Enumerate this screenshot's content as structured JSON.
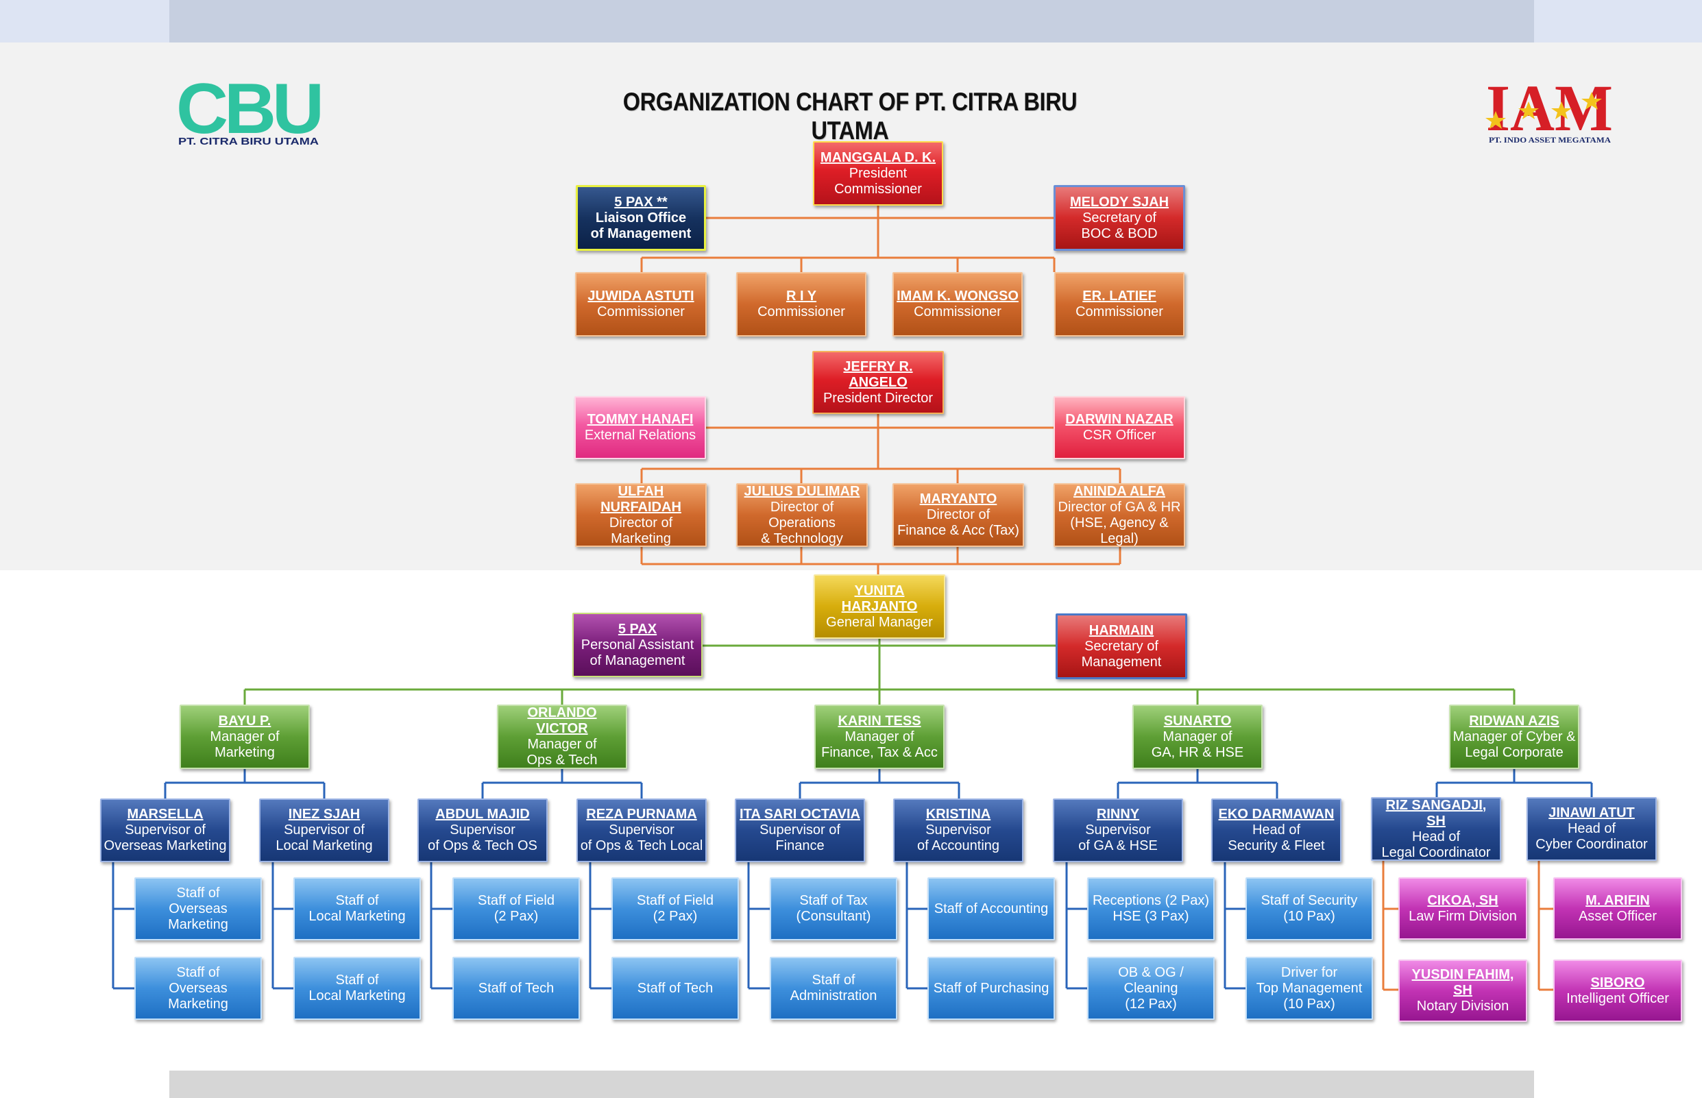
{
  "title": "ORGANIZATION CHART OF PT. CITRA BIRU UTAMA",
  "logos": {
    "left": {
      "mark": "CBU",
      "caption": "PT. CITRA BIRU UTAMA"
    },
    "right": {
      "mark": "IAM",
      "caption": "PT. INDO ASSET MEGATAMA"
    }
  },
  "nodes": {
    "manggala": {
      "name": "MANGGALA D. K.",
      "role1": "President",
      "role2": "Commissioner"
    },
    "liaison": {
      "name": "5 PAX **",
      "role1": "Liaison Office",
      "role2": "of Management"
    },
    "melody": {
      "name": "MELODY  SJAH",
      "role1": "Secretary of",
      "role2": "BOC & BOD"
    },
    "juwida": {
      "name": "JUWIDA ASTUTI",
      "role1": "Commissioner"
    },
    "riy": {
      "name": "R  I  Y",
      "role1": "Commissioner"
    },
    "imam": {
      "name": "IMAM K. WONGSO",
      "role1": "Commissioner"
    },
    "latief": {
      "name": "ER. LATIEF",
      "role1": "Commissioner"
    },
    "jeffry": {
      "name": "JEFFRY R. ANGELO",
      "role1": "President Director"
    },
    "tommy": {
      "name": "TOMMY HANAFI",
      "role1": "External Relations"
    },
    "darwin": {
      "name": "DARWIN NAZAR",
      "role1": "CSR Officer"
    },
    "ulfah": {
      "name": "ULFAH  NURFAIDAH",
      "role1": "Director of",
      "role2": "Marketing"
    },
    "julius": {
      "name": "JULIUS DULIMAR",
      "role1": "Director of Operations",
      "role2": "& Technology"
    },
    "maryanto": {
      "name": "MARYANTO",
      "role1": "Director of",
      "role2": "Finance & Acc (Tax)"
    },
    "aninda": {
      "name": "ANINDA ALFA",
      "role1": "Director of GA & HR",
      "role2": "(HSE, Agency & Legal)"
    },
    "yunita": {
      "name": "YUNITA HARJANTO",
      "role1": "General Manager"
    },
    "pa": {
      "name": "5 PAX",
      "role1": "Personal Assistant",
      "role2": "of Management"
    },
    "harmain": {
      "name": "HARMAIN",
      "role1": "Secretary of",
      "role2": "Management"
    },
    "bayu": {
      "name": "BAYU P.",
      "role1": "Manager of",
      "role2": "Marketing"
    },
    "orlando": {
      "name": "ORLANDO VICTOR",
      "role1": "Manager of",
      "role2": "Ops & Tech"
    },
    "karin": {
      "name": "KARIN TESS",
      "role1": "Manager of",
      "role2": "Finance, Tax & Acc"
    },
    "sunarto": {
      "name": "SUNARTO",
      "role1": "Manager of",
      "role2": "GA, HR & HSE"
    },
    "ridwan": {
      "name": "RIDWAN AZIS",
      "role1": "Manager of Cyber &",
      "role2": "Legal Corporate"
    },
    "marsella": {
      "name": "MARSELLA",
      "role1": "Supervisor of",
      "role2": "Overseas Marketing"
    },
    "inez": {
      "name": "INEZ SJAH",
      "role1": "Supervisor of",
      "role2": "Local Marketing"
    },
    "abdul": {
      "name": "ABDUL MAJID",
      "role1": "Supervisor",
      "role2": "of Ops & Tech OS"
    },
    "reza": {
      "name": "REZA PURNAMA",
      "role1": "Supervisor",
      "role2": "of Ops & Tech Local"
    },
    "ita": {
      "name": "ITA SARI OCTAVIA",
      "role1": "Supervisor of",
      "role2": "Finance"
    },
    "kristina": {
      "name": "KRISTINA",
      "role1": "Supervisor",
      "role2": "of Accounting"
    },
    "rinny": {
      "name": "RINNY",
      "role1": "Supervisor",
      "role2": "of GA & HSE"
    },
    "eko": {
      "name": "EKO DARMAWAN",
      "role1": "Head of",
      "role2": "Security & Fleet"
    },
    "riz": {
      "name": "RIZ SANGADJI, SH",
      "role1": "Head of",
      "role2": "Legal Coordinator"
    },
    "jinawi": {
      "name": "JINAWI ATUT",
      "role1": "Head of",
      "role2": "Cyber Coordinator"
    },
    "s_om1": {
      "role1": "Staff of",
      "role2": "Overseas Marketing"
    },
    "s_om2": {
      "role1": "Staff of",
      "role2": "Overseas Marketing"
    },
    "s_lm1": {
      "role1": "Staff of",
      "role2": "Local Marketing"
    },
    "s_lm2": {
      "role1": "Staff of",
      "role2": "Local Marketing"
    },
    "s_f1": {
      "role1": "Staff of Field",
      "role2": "(2 Pax)"
    },
    "s_t1": {
      "role1": "Staff of Tech"
    },
    "s_f2": {
      "role1": "Staff of Field",
      "role2": "(2 Pax)"
    },
    "s_t2": {
      "role1": "Staff of Tech"
    },
    "s_tax": {
      "role1": "Staff of Tax",
      "role2": "(Consultant)"
    },
    "s_adm": {
      "role1": "Staff of Administration"
    },
    "s_acc": {
      "role1": "Staff of Accounting"
    },
    "s_pur": {
      "role1": "Staff of  Purchasing"
    },
    "s_rec": {
      "role1": "Receptions (2 Pax)",
      "role2": "HSE (3 Pax)"
    },
    "s_ob": {
      "role1": "OB & OG / Cleaning",
      "role2": "(12 Pax)"
    },
    "s_sec": {
      "role1": "Staff of Security",
      "role2": "(10 Pax)"
    },
    "s_drv": {
      "role1": "Driver for",
      "role2": "Top Management",
      "role3": "(10 Pax)"
    },
    "cikoa": {
      "name": "CIKOA, SH",
      "role1": "Law Firm Division"
    },
    "yusdin": {
      "name": "YUSDIN FAHIM, SH",
      "role1": "Notary Division"
    },
    "arifin": {
      "name": "M. ARIFIN",
      "role1": "Asset Officer"
    },
    "siboro": {
      "name": "SIBORO",
      "role1": "Intelligent Officer"
    }
  },
  "colors": {
    "board_line": "#e97d3c",
    "management_line": "#6aaa3b",
    "staff_line": "#2a64b9",
    "legal_line": "#e97d3c"
  }
}
